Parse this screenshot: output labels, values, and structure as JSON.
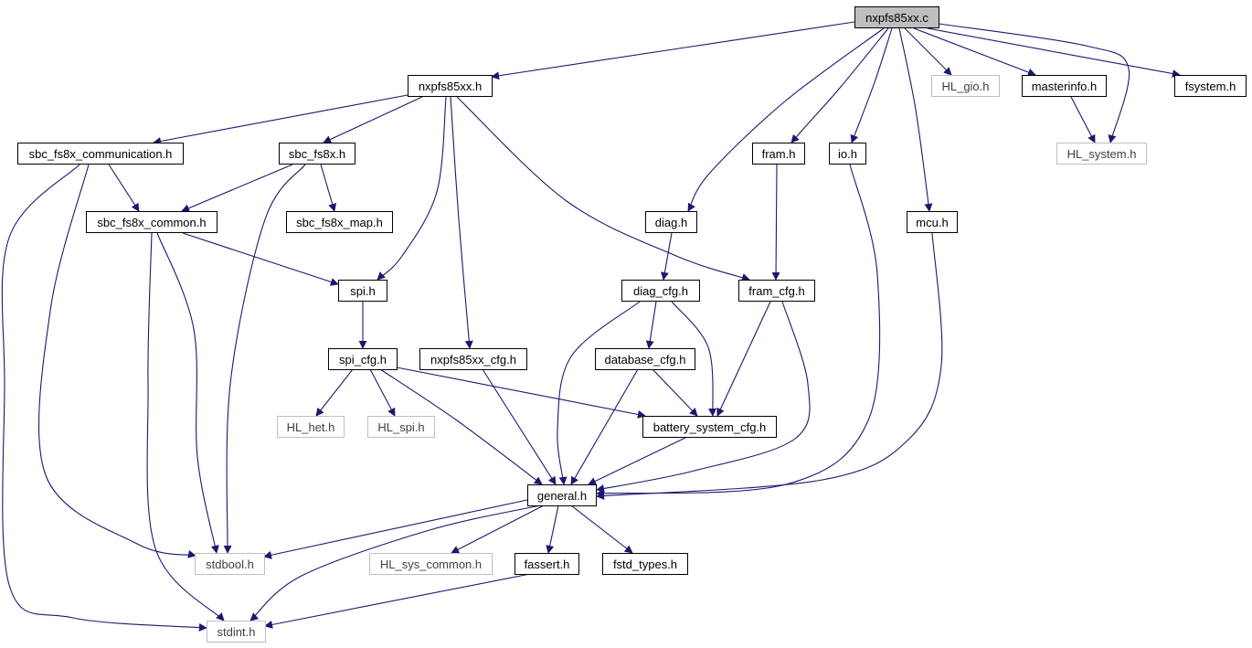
{
  "diagram": {
    "type": "include-dependency-graph",
    "colors": {
      "edge": "#191970",
      "node_border": "#000000",
      "external_border": "#bfbfbf",
      "external_text": "#404040",
      "root_fill": "#bfbfbf",
      "node_fill": "#ffffff",
      "text": "#000000"
    },
    "nodes": [
      {
        "id": "nxpfs85xx_c",
        "label": "nxpfs85xx.c",
        "kind": "root"
      },
      {
        "id": "nxpfs85xx_h",
        "label": "nxpfs85xx.h",
        "kind": "file"
      },
      {
        "id": "HL_gio_h",
        "label": "HL_gio.h",
        "kind": "external"
      },
      {
        "id": "masterinfo_h",
        "label": "masterinfo.h",
        "kind": "file"
      },
      {
        "id": "fsystem_h",
        "label": "fsystem.h",
        "kind": "file"
      },
      {
        "id": "sbc_fs8x_communication_h",
        "label": "sbc_fs8x_communication.h",
        "kind": "file"
      },
      {
        "id": "sbc_fs8x_h",
        "label": "sbc_fs8x.h",
        "kind": "file"
      },
      {
        "id": "fram_h",
        "label": "fram.h",
        "kind": "file"
      },
      {
        "id": "io_h",
        "label": "io.h",
        "kind": "file"
      },
      {
        "id": "HL_system_h",
        "label": "HL_system.h",
        "kind": "external"
      },
      {
        "id": "sbc_fs8x_common_h",
        "label": "sbc_fs8x_common.h",
        "kind": "file"
      },
      {
        "id": "sbc_fs8x_map_h",
        "label": "sbc_fs8x_map.h",
        "kind": "file"
      },
      {
        "id": "diag_h",
        "label": "diag.h",
        "kind": "file"
      },
      {
        "id": "mcu_h",
        "label": "mcu.h",
        "kind": "file"
      },
      {
        "id": "spi_h",
        "label": "spi.h",
        "kind": "file"
      },
      {
        "id": "diag_cfg_h",
        "label": "diag_cfg.h",
        "kind": "file"
      },
      {
        "id": "fram_cfg_h",
        "label": "fram_cfg.h",
        "kind": "file"
      },
      {
        "id": "spi_cfg_h",
        "label": "spi_cfg.h",
        "kind": "file"
      },
      {
        "id": "nxpfs85xx_cfg_h",
        "label": "nxpfs85xx_cfg.h",
        "kind": "file"
      },
      {
        "id": "database_cfg_h",
        "label": "database_cfg.h",
        "kind": "file"
      },
      {
        "id": "HL_het_h",
        "label": "HL_het.h",
        "kind": "external"
      },
      {
        "id": "HL_spi_h",
        "label": "HL_spi.h",
        "kind": "external"
      },
      {
        "id": "battery_system_cfg_h",
        "label": "battery_system_cfg.h",
        "kind": "file"
      },
      {
        "id": "general_h",
        "label": "general.h",
        "kind": "file"
      },
      {
        "id": "stdbool_h",
        "label": "stdbool.h",
        "kind": "external"
      },
      {
        "id": "HL_sys_common_h",
        "label": "HL_sys_common.h",
        "kind": "external"
      },
      {
        "id": "fassert_h",
        "label": "fassert.h",
        "kind": "file"
      },
      {
        "id": "fstd_types_h",
        "label": "fstd_types.h",
        "kind": "file"
      },
      {
        "id": "stdint_h",
        "label": "stdint.h",
        "kind": "external"
      }
    ],
    "edges": [
      {
        "from": "nxpfs85xx_c",
        "to": "nxpfs85xx_h"
      },
      {
        "from": "nxpfs85xx_c",
        "to": "diag_h"
      },
      {
        "from": "nxpfs85xx_c",
        "to": "fram_h"
      },
      {
        "from": "nxpfs85xx_c",
        "to": "io_h"
      },
      {
        "from": "nxpfs85xx_c",
        "to": "mcu_h"
      },
      {
        "from": "nxpfs85xx_c",
        "to": "HL_gio_h"
      },
      {
        "from": "nxpfs85xx_c",
        "to": "masterinfo_h"
      },
      {
        "from": "nxpfs85xx_c",
        "to": "HL_system_h"
      },
      {
        "from": "nxpfs85xx_c",
        "to": "fsystem_h"
      },
      {
        "from": "nxpfs85xx_h",
        "to": "sbc_fs8x_communication_h"
      },
      {
        "from": "nxpfs85xx_h",
        "to": "sbc_fs8x_h"
      },
      {
        "from": "nxpfs85xx_h",
        "to": "spi_h"
      },
      {
        "from": "nxpfs85xx_h",
        "to": "nxpfs85xx_cfg_h"
      },
      {
        "from": "nxpfs85xx_h",
        "to": "fram_cfg_h"
      },
      {
        "from": "masterinfo_h",
        "to": "HL_system_h"
      },
      {
        "from": "sbc_fs8x_communication_h",
        "to": "sbc_fs8x_common_h"
      },
      {
        "from": "sbc_fs8x_communication_h",
        "to": "stdbool_h"
      },
      {
        "from": "sbc_fs8x_communication_h",
        "to": "stdint_h"
      },
      {
        "from": "sbc_fs8x_h",
        "to": "sbc_fs8x_common_h"
      },
      {
        "from": "sbc_fs8x_h",
        "to": "sbc_fs8x_map_h"
      },
      {
        "from": "sbc_fs8x_h",
        "to": "stdbool_h"
      },
      {
        "from": "sbc_fs8x_common_h",
        "to": "spi_h"
      },
      {
        "from": "sbc_fs8x_common_h",
        "to": "stdbool_h"
      },
      {
        "from": "sbc_fs8x_common_h",
        "to": "stdint_h"
      },
      {
        "from": "fram_h",
        "to": "fram_cfg_h"
      },
      {
        "from": "io_h",
        "to": "general_h"
      },
      {
        "from": "diag_h",
        "to": "diag_cfg_h"
      },
      {
        "from": "mcu_h",
        "to": "general_h"
      },
      {
        "from": "spi_h",
        "to": "spi_cfg_h"
      },
      {
        "from": "diag_cfg_h",
        "to": "database_cfg_h"
      },
      {
        "from": "diag_cfg_h",
        "to": "battery_system_cfg_h"
      },
      {
        "from": "diag_cfg_h",
        "to": "general_h"
      },
      {
        "from": "fram_cfg_h",
        "to": "battery_system_cfg_h"
      },
      {
        "from": "fram_cfg_h",
        "to": "general_h"
      },
      {
        "from": "spi_cfg_h",
        "to": "HL_het_h"
      },
      {
        "from": "spi_cfg_h",
        "to": "HL_spi_h"
      },
      {
        "from": "spi_cfg_h",
        "to": "battery_system_cfg_h"
      },
      {
        "from": "spi_cfg_h",
        "to": "general_h"
      },
      {
        "from": "nxpfs85xx_cfg_h",
        "to": "general_h"
      },
      {
        "from": "database_cfg_h",
        "to": "battery_system_cfg_h"
      },
      {
        "from": "database_cfg_h",
        "to": "general_h"
      },
      {
        "from": "battery_system_cfg_h",
        "to": "general_h"
      },
      {
        "from": "general_h",
        "to": "stdbool_h"
      },
      {
        "from": "general_h",
        "to": "HL_sys_common_h"
      },
      {
        "from": "general_h",
        "to": "fassert_h"
      },
      {
        "from": "general_h",
        "to": "fstd_types_h"
      },
      {
        "from": "general_h",
        "to": "stdint_h"
      },
      {
        "from": "fassert_h",
        "to": "stdint_h"
      }
    ]
  }
}
